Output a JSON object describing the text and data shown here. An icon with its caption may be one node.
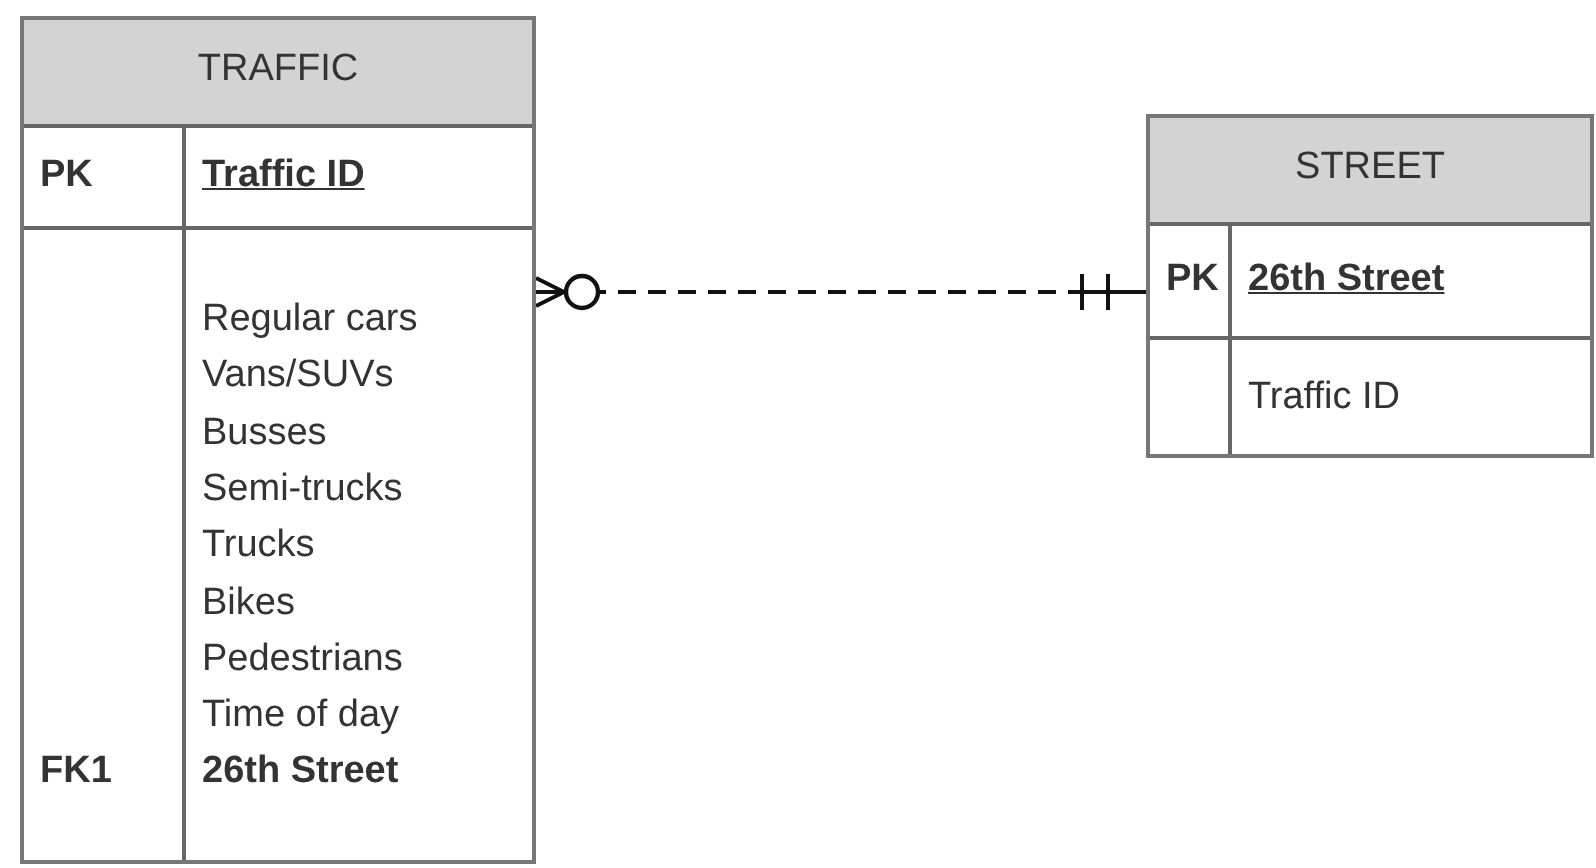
{
  "diagram": {
    "nodes": [
      {
        "text": [
          "TRAFFIC",
          "PK",
          "Traffic ID",
          "Regular cars",
          "Vans/SUVs",
          "Busses",
          "Semi-trucks",
          "Trucks",
          "Bikes",
          "Pedestrians",
          "Time of day",
          "FK1",
          "26th Street"
        ]
      },
      {
        "text": [
          "STREET",
          "PK",
          "26th Street",
          "Traffic ID"
        ]
      }
    ],
    "edges": [
      {
        "from": 1,
        "to": 0,
        "arrow": "other",
        "style": "dashed"
      }
    ]
  }
}
